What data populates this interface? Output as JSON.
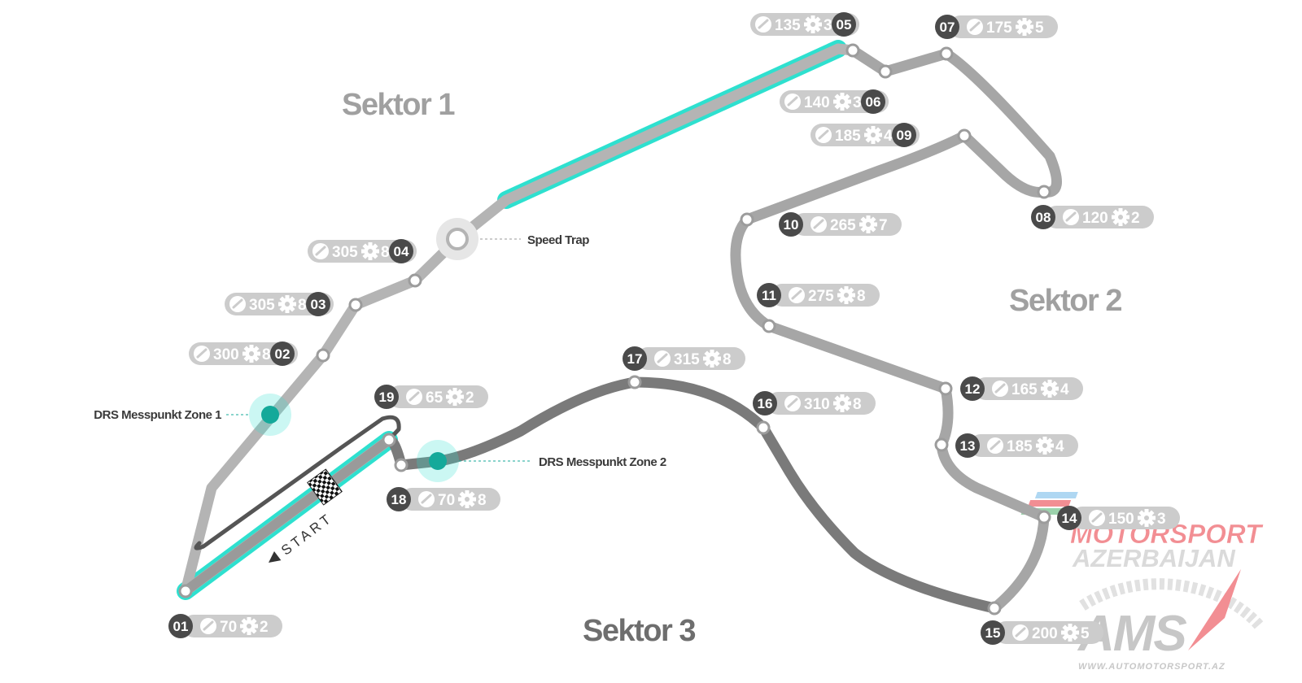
{
  "sectors": {
    "s1": "Sektor 1",
    "s2": "Sektor 2",
    "s3": "Sektor 3"
  },
  "annotations": {
    "speed_trap": "Speed Trap",
    "drs_zone1": "DRS Messpunkt Zone 1",
    "drs_zone2": "DRS Messpunkt Zone 2",
    "start": "START"
  },
  "corners": [
    {
      "number": "01",
      "speed": "70",
      "gear": "2"
    },
    {
      "number": "02",
      "speed": "300",
      "gear": "8"
    },
    {
      "number": "03",
      "speed": "305",
      "gear": "8"
    },
    {
      "number": "04",
      "speed": "305",
      "gear": "8"
    },
    {
      "number": "05",
      "speed": "135",
      "gear": "3"
    },
    {
      "number": "06",
      "speed": "140",
      "gear": "3"
    },
    {
      "number": "07",
      "speed": "175",
      "gear": "5"
    },
    {
      "number": "08",
      "speed": "120",
      "gear": "2"
    },
    {
      "number": "09",
      "speed": "185",
      "gear": "4"
    },
    {
      "number": "10",
      "speed": "265",
      "gear": "7"
    },
    {
      "number": "11",
      "speed": "275",
      "gear": "8"
    },
    {
      "number": "12",
      "speed": "165",
      "gear": "4"
    },
    {
      "number": "13",
      "speed": "185",
      "gear": "4"
    },
    {
      "number": "14",
      "speed": "150",
      "gear": "3"
    },
    {
      "number": "15",
      "speed": "200",
      "gear": "5"
    },
    {
      "number": "16",
      "speed": "310",
      "gear": "8"
    },
    {
      "number": "17",
      "speed": "315",
      "gear": "8"
    },
    {
      "number": "18",
      "speed": "70",
      "gear": "8"
    },
    {
      "number": "19",
      "speed": "65",
      "gear": "2"
    }
  ],
  "watermark": {
    "line1": "MOTORSPORT",
    "line2": "AZERBAIJAN",
    "mark": "AMS",
    "url": "WWW.AUTOMOTORSPORT.AZ"
  },
  "colors": {
    "track_sector1": "#b4b4b4",
    "track_sector2": "#a6a6a6",
    "track_sector3": "#7a7a7a",
    "drs": "#2ee0cf",
    "drs_dot": "#14a99a",
    "pill_bg": "#cccccc",
    "num_bg": "#4a4a4a",
    "sector_label": "#a0a0a0",
    "sector3_label": "#6e6e6e",
    "logo_red": "#e8323c",
    "logo_gray": "#bdbdbd"
  }
}
